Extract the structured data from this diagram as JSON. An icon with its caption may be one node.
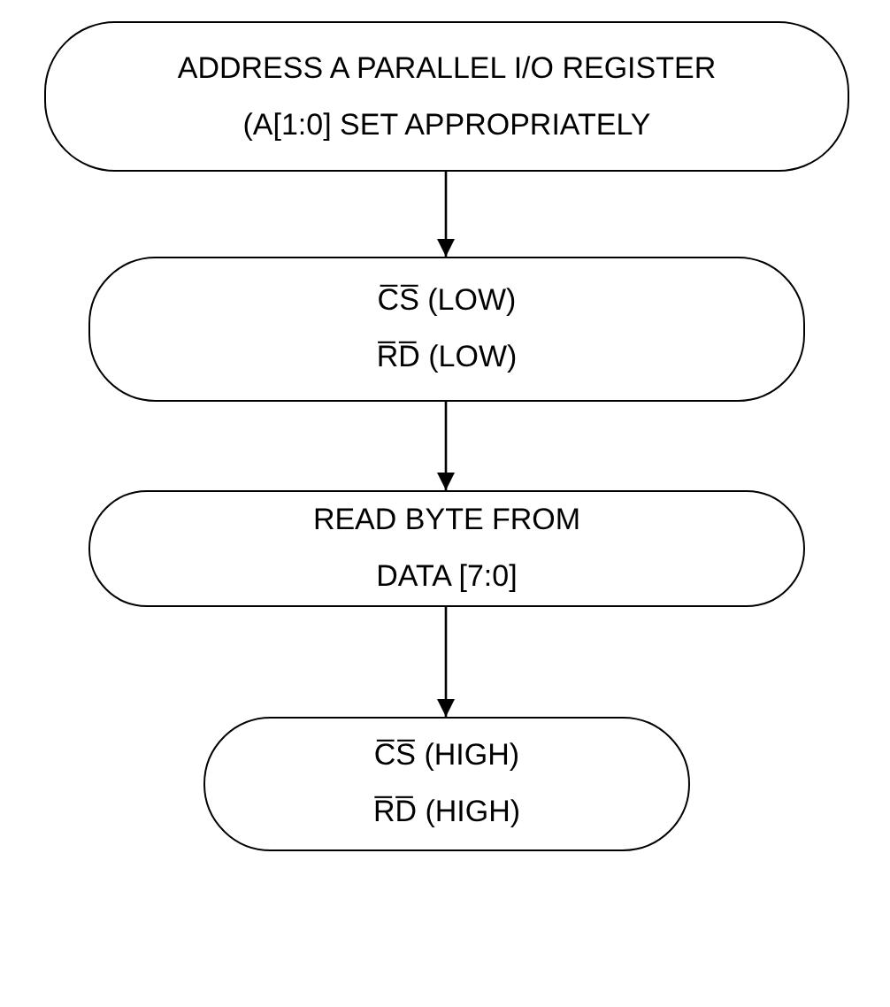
{
  "diagram": {
    "nodes": [
      {
        "text": [
          "ADDRESS A PARALLEL I/O REGISTER (A[1:0] SET APPROPRIATELY"
        ]
      },
      {
        "text": [
          "C̅S̅ (LOW)",
          "R̅D̅ (LOW)"
        ]
      },
      {
        "text": [
          "READ BYTE FROM DATA [7:0]"
        ]
      },
      {
        "text": [
          "C̅S̅ (HIGH)",
          "R̅D̅ (HIGH)"
        ]
      }
    ],
    "edges": [
      {
        "from": 0,
        "to": 1,
        "arrow": "to"
      },
      {
        "from": 1,
        "to": 2,
        "arrow": "to"
      },
      {
        "from": 2,
        "to": 3,
        "arrow": "to"
      }
    ]
  }
}
